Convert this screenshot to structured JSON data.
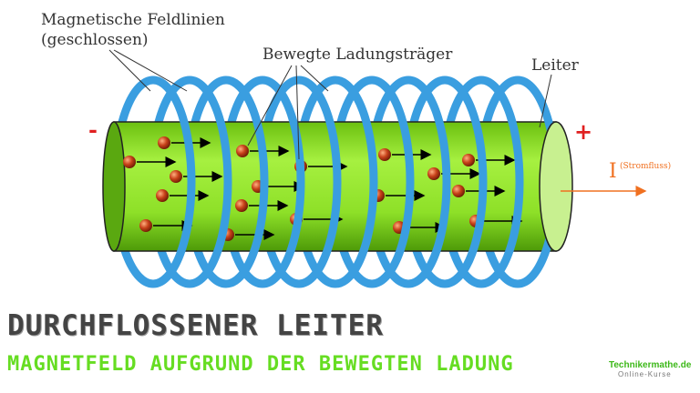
{
  "labels": {
    "field_lines_1": "Magnetische Feldlinien",
    "field_lines_2": "(geschlossen)",
    "charges": "Bewegte Ladungsträger",
    "conductor": "Leiter",
    "minus": "-",
    "plus": "+",
    "current_symbol": "I",
    "current_label": "(Stromfluss)"
  },
  "title": "DURCHFLOSSENER LEITER",
  "subtitle": "MAGNETFELD AUFGRUND DER BEWEGTEN LADUNG",
  "logo": {
    "text": "Technikermathe.de",
    "sub": "Online-Kurse"
  },
  "colors": {
    "conductor": "#88e020",
    "rings": "#3a9ee0",
    "charge": "#c8421a",
    "current": "#f07020",
    "subtitle": "#66dd22",
    "title": "#444444"
  }
}
